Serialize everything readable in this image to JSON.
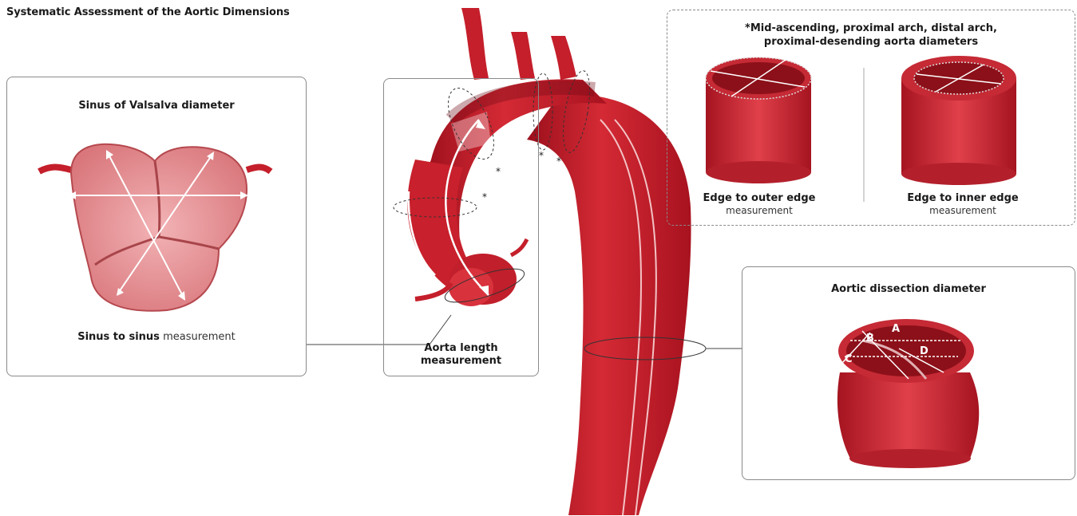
{
  "page_title": "Systematic Assessment of the Aortic Dimensions",
  "sinus_panel": {
    "heading": "Sinus of Valsalva diameter",
    "caption_bold": "Sinus to sinus",
    "caption_light": " measurement"
  },
  "length_panel": {
    "caption_line1": "Aorta length",
    "caption_line2": "measurement"
  },
  "diameters_panel": {
    "heading_line1": "*Mid-ascending, proximal arch, distal arch,",
    "heading_line2": "proximal-desending aorta diameters",
    "left_title": "Edge to outer edge",
    "left_sub": "measurement",
    "right_title": "Edge to inner edge",
    "right_sub": "measurement"
  },
  "dissection_panel": {
    "heading": "Aortic dissection diameter",
    "labels": [
      "A",
      "B",
      "C",
      "D"
    ]
  },
  "markers": {
    "asterisk": "*"
  },
  "colors": {
    "aorta": "#c8202c",
    "aorta_dark": "#8e0f1a",
    "valve_pink": "#e48b8f",
    "panel_border": "#8a8a8a"
  }
}
